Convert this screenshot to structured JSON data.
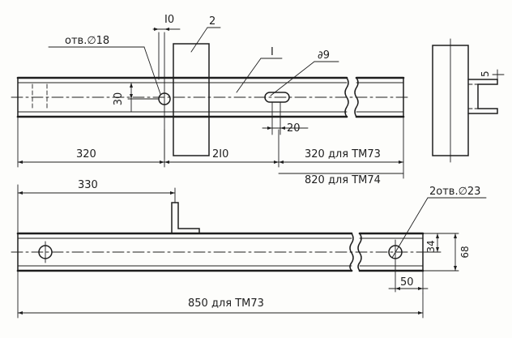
{
  "labels": {
    "hole_top": "отв.∅18",
    "dim_10": "I0",
    "part_2": "2",
    "part_1": "I",
    "slot": "∂9",
    "dim_30": "30",
    "dim_20": "20",
    "dim_5": "5",
    "dim_320_left": "320",
    "dim_210": "2I0",
    "dim_320_tm73": "320 для ТМ73",
    "dim_820_tm74": "820 для ТМ74",
    "dim_330": "330",
    "holes_bottom": "2отв.∅23",
    "dim_34": "34",
    "dim_68": "68",
    "dim_50": "50",
    "dim_850_tm73": "850 для ТМ73"
  }
}
